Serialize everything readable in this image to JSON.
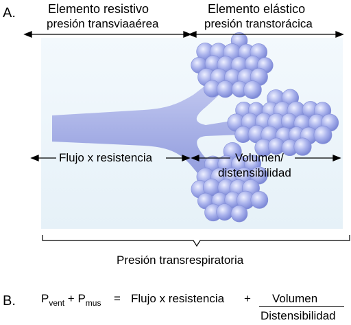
{
  "panel_a": "A.",
  "panel_b": "B.",
  "header": {
    "left_title": "Elemento resistivo",
    "left_subtitle": "presión transviaaérea",
    "right_title": "Elemento elástico",
    "right_subtitle": "presión transtorácica"
  },
  "middle": {
    "left_label": "Flujo x resistencia",
    "right_label_line1": "Volumen/",
    "right_label_line2": "distensibilidad"
  },
  "bottom_label": "Presión transrespiratoria",
  "equation": {
    "p": "P",
    "vent_sub": "vent",
    "plus": "+",
    "mus_sub": "mus",
    "equals": "=",
    "flow_term": "Flujo x resistencia",
    "plus2": "+",
    "numerator": "Volumen",
    "denominator": "Distensibilidad"
  },
  "colors": {
    "airway": "#aab3e6",
    "alveolus": "#9aa6e8",
    "background_panel": "#eef6fb"
  }
}
